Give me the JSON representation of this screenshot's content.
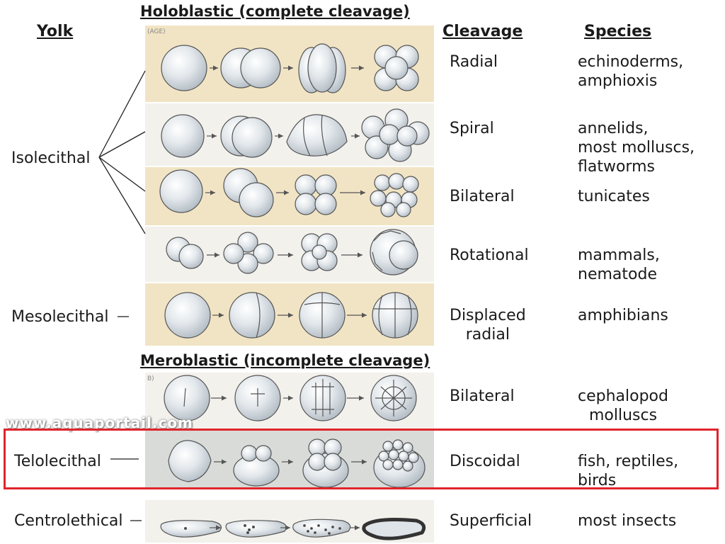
{
  "titles": {
    "holoblastic": "Holoblastic (complete cleavage)",
    "meroblastic": "Meroblastic (incomplete cleavage)"
  },
  "headers": {
    "yolk": "Yolk",
    "cleavage": "Cleavage",
    "species": "Species"
  },
  "yolk_types": {
    "isolecithal": "Isolecithal",
    "mesolecithal": "Mesolecithal",
    "telolecithal": "Telolecithal",
    "centrolecithal": "Centrolethical"
  },
  "rows": [
    {
      "cleavage": "Radial",
      "species": "echinoderms,\namphioxis"
    },
    {
      "cleavage": "Spiral",
      "species": "annelids,\nmost molluscs,\nflatworms"
    },
    {
      "cleavage": "Bilateral",
      "species": "tunicates"
    },
    {
      "cleavage": "Rotational",
      "species": "mammals,\nnematode"
    },
    {
      "cleavage": "Displaced\nradial",
      "species": "amphibians"
    },
    {
      "cleavage": "Bilateral",
      "species": "cephalopod\nmolluscs"
    },
    {
      "cleavage": "Discoidal",
      "species": "fish, reptiles,\nbirds"
    },
    {
      "cleavage": "Superficial",
      "species": "most insects"
    }
  ],
  "panel_marks": {
    "top": "(AGE)",
    "bottom": "B)"
  },
  "watermark": "www.aquaportail.com",
  "colors": {
    "band_tan": "#f1e4c4",
    "band_light": "#f3f1ec",
    "embryo": "#dfe4e9",
    "highlight": "#e0242b"
  }
}
